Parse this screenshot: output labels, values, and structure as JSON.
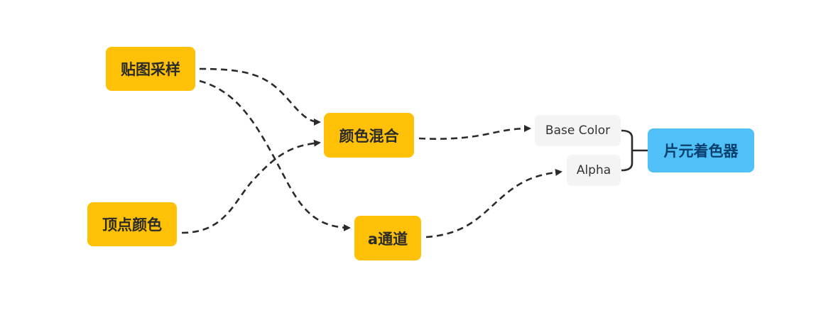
{
  "nodes": {
    "texture_sampling": "贴图采样",
    "vertex_color": "顶点颜色",
    "color_blend": "颜色混合",
    "alpha_channel": "a通道",
    "fragment_shader": "片元着色器",
    "base_color": "Base Color",
    "alpha": "Alpha"
  },
  "colors": {
    "node_fill": "#FFC107",
    "output_fill": "#4FC0F8",
    "output_text": "#0B3F6E",
    "port_fill": "#F4F4F4",
    "edge": "#2B2B2B"
  }
}
